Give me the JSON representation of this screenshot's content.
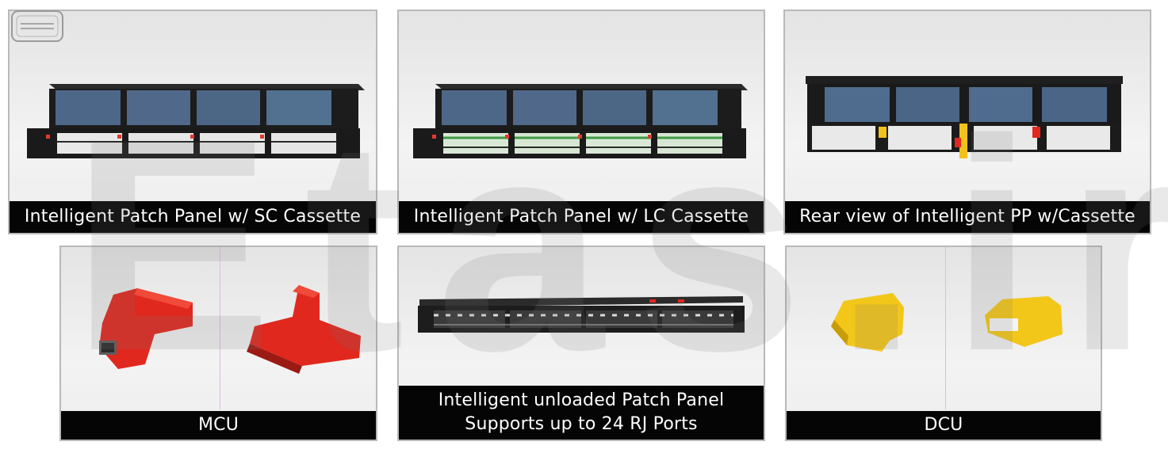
{
  "cards": [
    {
      "id": "sc",
      "caption": "Intelligent Patch Panel w/ SC Cassette"
    },
    {
      "id": "lc",
      "caption": "Intelligent Patch Panel w/ LC Cassette"
    },
    {
      "id": "rear",
      "caption": "Rear view of Intelligent PP w/Cassette"
    },
    {
      "id": "mcu",
      "caption": "MCU"
    },
    {
      "id": "unloaded",
      "caption_line1": "Intelligent unloaded Patch Panel",
      "caption_line2": "Supports up to 24 RJ Ports"
    },
    {
      "id": "dcu",
      "caption": "DCU"
    }
  ],
  "watermark": {
    "text": "Etas.ir"
  },
  "colors": {
    "caption_bg": "#050505",
    "caption_text": "#ffffff",
    "border": "#b9b9b9",
    "mcu_red": "#e0281e",
    "dcu_yellow": "#f3c61a"
  }
}
